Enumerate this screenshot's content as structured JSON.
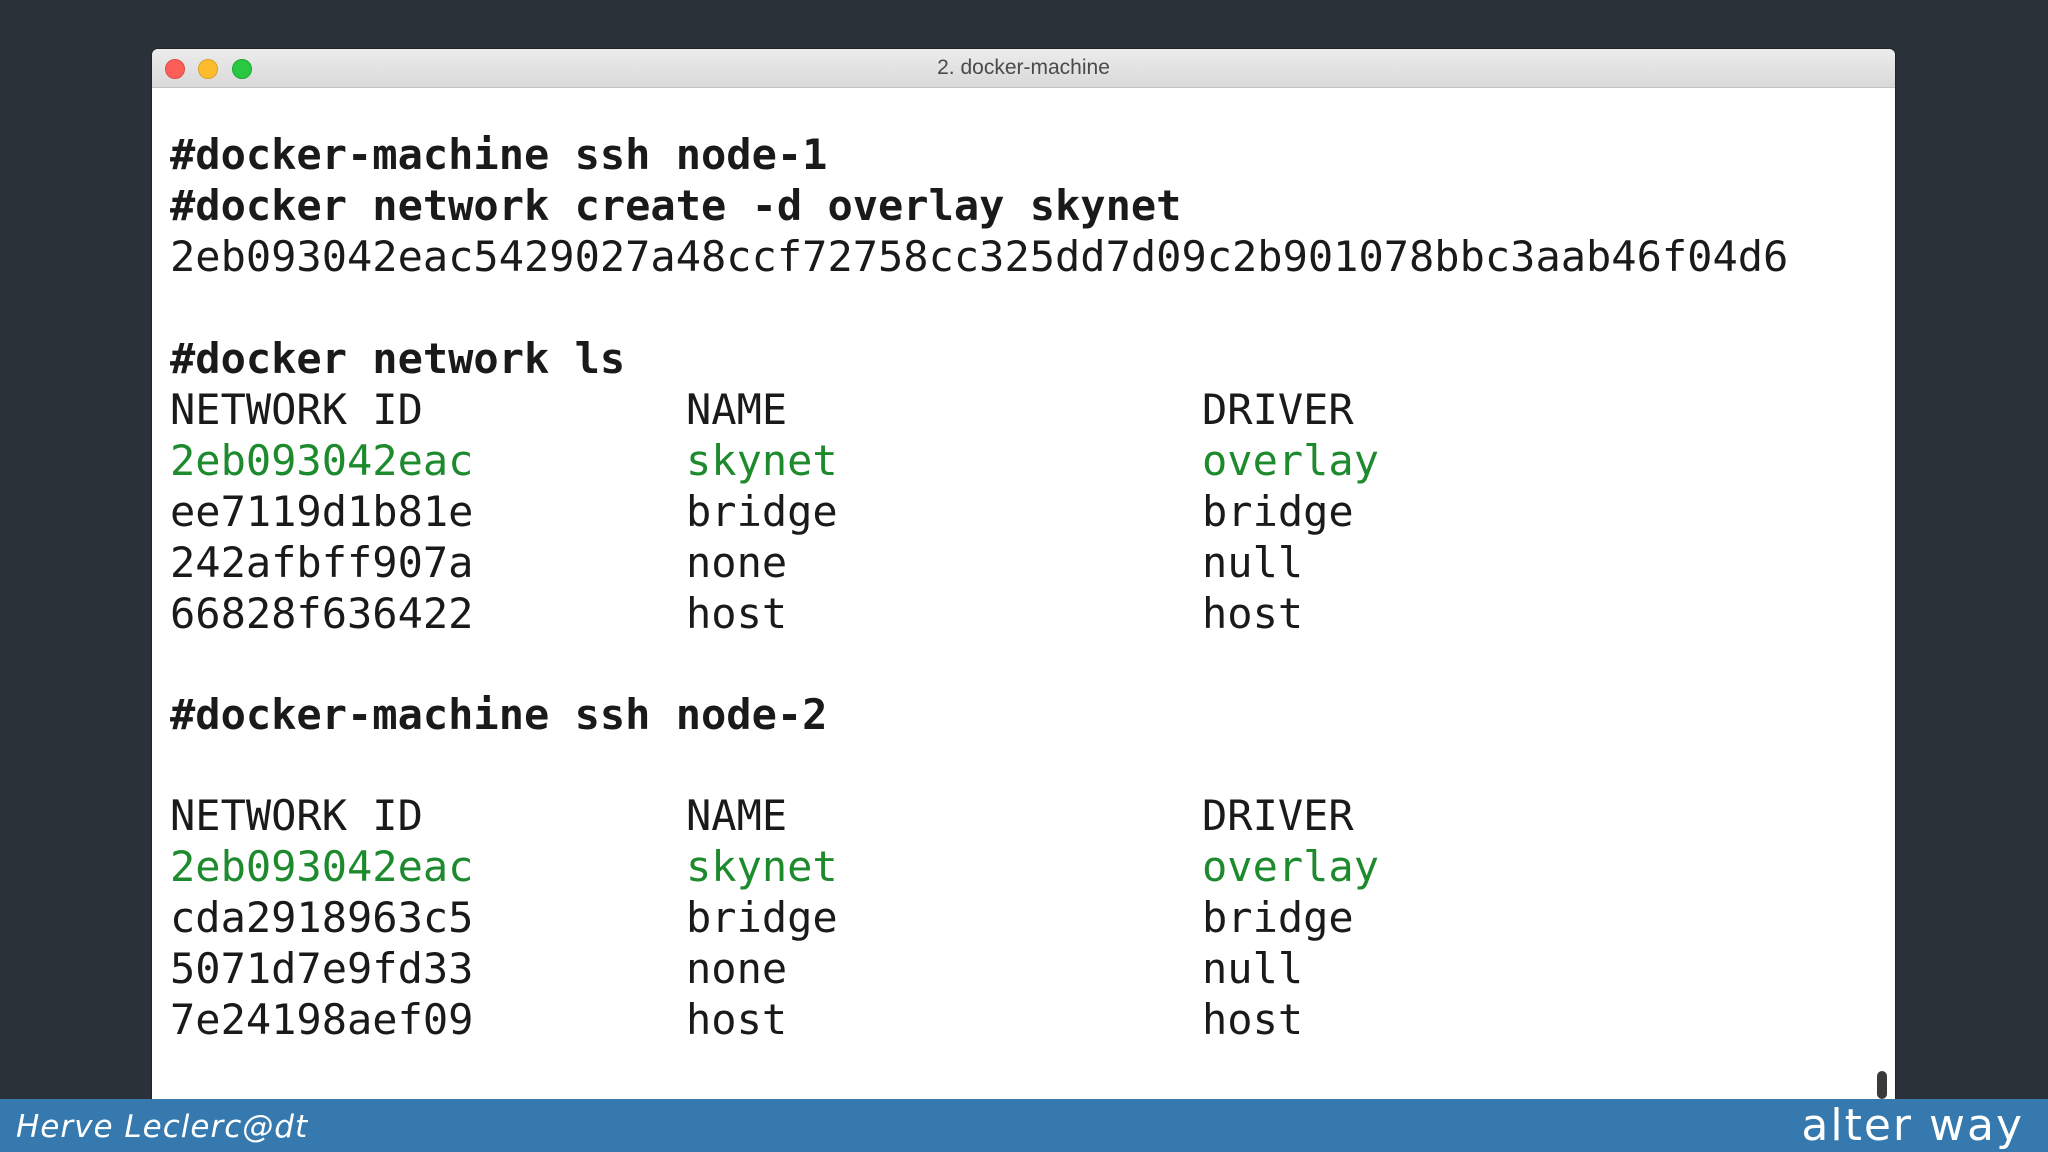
{
  "window": {
    "title": "2. docker-machine"
  },
  "terminal": {
    "cmd1": "#docker-machine ssh node-1",
    "cmd2": "#docker network create -d overlay skynet",
    "output_hash": "2eb093042eac5429027a48ccf72758cc325dd7d09c2b901078bbc3aab46f04d6",
    "cmd3": "#docker network ls",
    "table1": {
      "headers": [
        "NETWORK ID",
        "NAME",
        "DRIVER"
      ],
      "rows": [
        [
          "2eb093042eac",
          "skynet",
          "overlay"
        ],
        [
          "ee7119d1b81e",
          "bridge",
          "bridge"
        ],
        [
          "242afbff907a",
          "none",
          "null"
        ],
        [
          "66828f636422",
          "host",
          "host"
        ]
      ]
    },
    "cmd4": "#docker-machine ssh node-2",
    "table2": {
      "headers": [
        "NETWORK ID",
        "NAME",
        "DRIVER"
      ],
      "rows": [
        [
          "2eb093042eac",
          "skynet",
          "overlay"
        ],
        [
          "cda2918963c5",
          "bridge",
          "bridge"
        ],
        [
          "5071d7e9fd33",
          "none",
          "null"
        ],
        [
          "7e24198aef09",
          "host",
          "host"
        ]
      ]
    }
  },
  "footer": {
    "presenter": "Herve Leclerc@dt",
    "brand": "alter way"
  },
  "colors": {
    "highlight": "#1e8a2e",
    "footer_bg": "#3579ae",
    "page_bg": "#2b3138"
  }
}
